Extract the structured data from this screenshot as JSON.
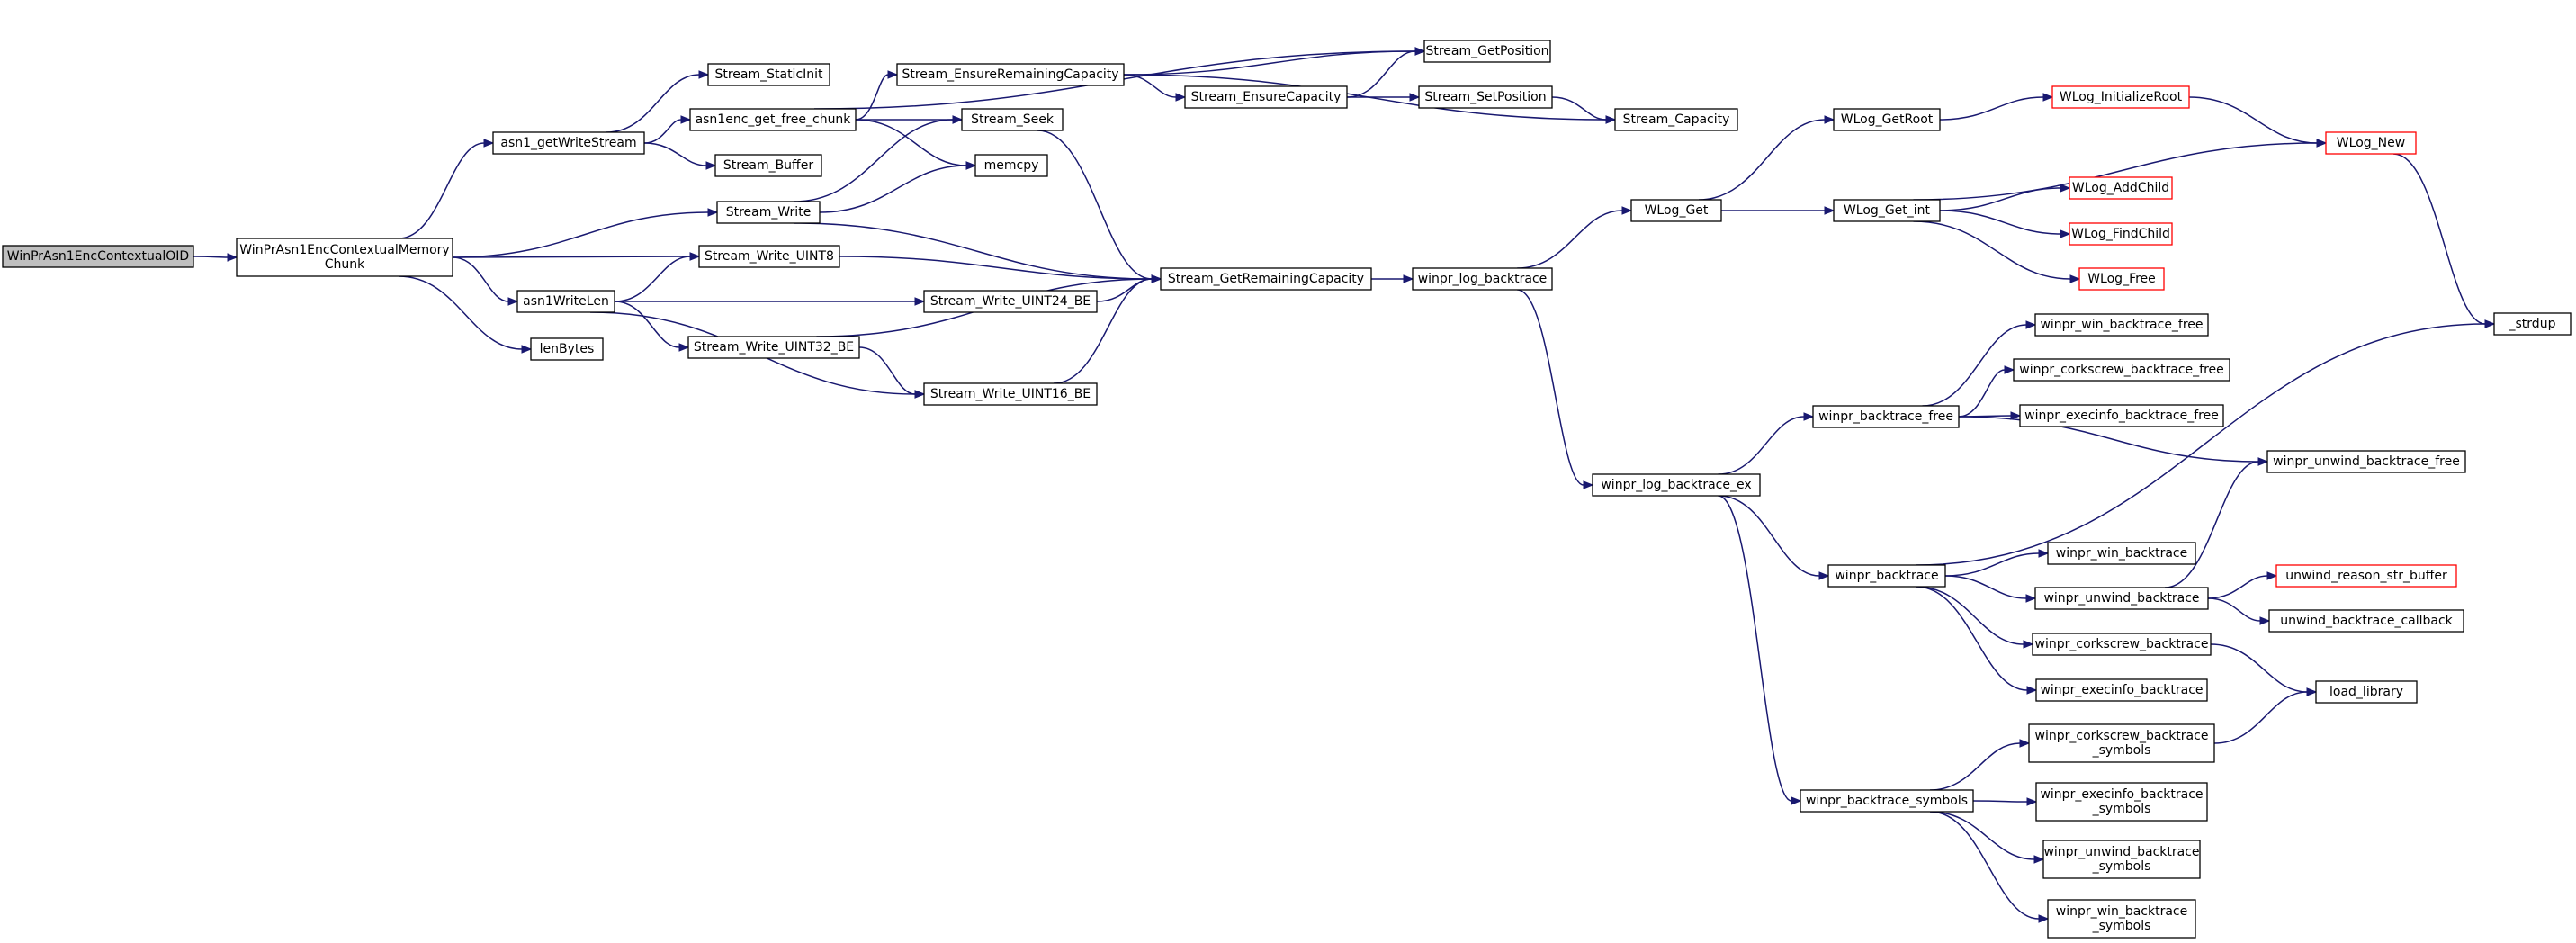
{
  "nodes": [
    {
      "id": "root",
      "lines": [
        "WinPrAsn1EncContextualOID"
      ],
      "style": "root"
    },
    {
      "id": "memchunk",
      "lines": [
        "WinPrAsn1EncContextualMemory",
        "Chunk"
      ]
    },
    {
      "id": "asn1_getWriteStream",
      "lines": [
        "asn1_getWriteStream"
      ]
    },
    {
      "id": "Stream_StaticInit",
      "lines": [
        "Stream_StaticInit"
      ]
    },
    {
      "id": "asn1enc_get_free_chunk",
      "lines": [
        "asn1enc_get_free_chunk"
      ]
    },
    {
      "id": "Stream_Buffer",
      "lines": [
        "Stream_Buffer"
      ]
    },
    {
      "id": "Stream_EnsureRemainingCapacity",
      "lines": [
        "Stream_EnsureRemainingCapacity"
      ]
    },
    {
      "id": "Stream_GetPosition",
      "lines": [
        "Stream_GetPosition"
      ]
    },
    {
      "id": "Stream_EnsureCapacity",
      "lines": [
        "Stream_EnsureCapacity"
      ]
    },
    {
      "id": "Stream_SetPosition",
      "lines": [
        "Stream_SetPosition"
      ]
    },
    {
      "id": "Stream_Capacity",
      "lines": [
        "Stream_Capacity"
      ]
    },
    {
      "id": "Stream_Seek",
      "lines": [
        "Stream_Seek"
      ]
    },
    {
      "id": "memcpy",
      "lines": [
        "memcpy"
      ]
    },
    {
      "id": "Stream_Write",
      "lines": [
        "Stream_Write"
      ]
    },
    {
      "id": "Stream_Write_UINT8",
      "lines": [
        "Stream_Write_UINT8"
      ]
    },
    {
      "id": "asn1WriteLen",
      "lines": [
        "asn1WriteLen"
      ]
    },
    {
      "id": "lenBytes",
      "lines": [
        "lenBytes"
      ]
    },
    {
      "id": "Stream_Write_UINT24_BE",
      "lines": [
        "Stream_Write_UINT24_BE"
      ]
    },
    {
      "id": "Stream_Write_UINT32_BE",
      "lines": [
        "Stream_Write_UINT32_BE"
      ]
    },
    {
      "id": "Stream_Write_UINT16_BE",
      "lines": [
        "Stream_Write_UINT16_BE"
      ]
    },
    {
      "id": "Stream_GetRemainingCapacity",
      "lines": [
        "Stream_GetRemainingCapacity"
      ]
    },
    {
      "id": "winpr_log_backtrace",
      "lines": [
        "winpr_log_backtrace"
      ]
    },
    {
      "id": "WLog_Get",
      "lines": [
        "WLog_Get"
      ]
    },
    {
      "id": "WLog_GetRoot",
      "lines": [
        "WLog_GetRoot"
      ]
    },
    {
      "id": "WLog_Get_int",
      "lines": [
        "WLog_Get_int"
      ]
    },
    {
      "id": "WLog_InitializeRoot",
      "lines": [
        "WLog_InitializeRoot"
      ],
      "style": "red"
    },
    {
      "id": "WLog_New",
      "lines": [
        "WLog_New"
      ],
      "style": "red"
    },
    {
      "id": "WLog_AddChild",
      "lines": [
        "WLog_AddChild"
      ],
      "style": "red"
    },
    {
      "id": "WLog_FindChild",
      "lines": [
        "WLog_FindChild"
      ],
      "style": "red"
    },
    {
      "id": "WLog_Free",
      "lines": [
        "WLog_Free"
      ],
      "style": "red"
    },
    {
      "id": "_strdup",
      "lines": [
        "_strdup"
      ]
    },
    {
      "id": "winpr_log_backtrace_ex",
      "lines": [
        "winpr_log_backtrace_ex"
      ]
    },
    {
      "id": "winpr_backtrace_free",
      "lines": [
        "winpr_backtrace_free"
      ]
    },
    {
      "id": "winpr_win_backtrace_free",
      "lines": [
        "winpr_win_backtrace_free"
      ]
    },
    {
      "id": "winpr_corkscrew_backtrace_free",
      "lines": [
        "winpr_corkscrew_backtrace_free"
      ]
    },
    {
      "id": "winpr_execinfo_backtrace_free",
      "lines": [
        "winpr_execinfo_backtrace_free"
      ]
    },
    {
      "id": "winpr_unwind_backtrace_free",
      "lines": [
        "winpr_unwind_backtrace_free"
      ]
    },
    {
      "id": "winpr_backtrace",
      "lines": [
        "winpr_backtrace"
      ]
    },
    {
      "id": "winpr_win_backtrace",
      "lines": [
        "winpr_win_backtrace"
      ]
    },
    {
      "id": "winpr_unwind_backtrace",
      "lines": [
        "winpr_unwind_backtrace"
      ]
    },
    {
      "id": "unwind_reason_str_buffer",
      "lines": [
        "unwind_reason_str_buffer"
      ],
      "style": "red"
    },
    {
      "id": "unwind_backtrace_callback",
      "lines": [
        "unwind_backtrace_callback"
      ]
    },
    {
      "id": "winpr_corkscrew_backtrace",
      "lines": [
        "winpr_corkscrew_backtrace"
      ]
    },
    {
      "id": "winpr_execinfo_backtrace",
      "lines": [
        "winpr_execinfo_backtrace"
      ]
    },
    {
      "id": "load_library",
      "lines": [
        "load_library"
      ]
    },
    {
      "id": "winpr_backtrace_symbols",
      "lines": [
        "winpr_backtrace_symbols"
      ]
    },
    {
      "id": "winpr_corkscrew_backtrace_symbols",
      "lines": [
        "winpr_corkscrew_backtrace",
        "_symbols"
      ]
    },
    {
      "id": "winpr_execinfo_backtrace_symbols",
      "lines": [
        "winpr_execinfo_backtrace",
        "_symbols"
      ]
    },
    {
      "id": "winpr_unwind_backtrace_symbols",
      "lines": [
        "winpr_unwind_backtrace",
        "_symbols"
      ]
    },
    {
      "id": "winpr_win_backtrace_symbols",
      "lines": [
        "winpr_win_backtrace",
        "_symbols"
      ]
    }
  ],
  "edges": [
    [
      "root",
      "memchunk"
    ],
    [
      "memchunk",
      "asn1_getWriteStream"
    ],
    [
      "memchunk",
      "Stream_Write"
    ],
    [
      "memchunk",
      "Stream_Write_UINT8"
    ],
    [
      "memchunk",
      "asn1WriteLen"
    ],
    [
      "memchunk",
      "lenBytes"
    ],
    [
      "asn1_getWriteStream",
      "Stream_StaticInit"
    ],
    [
      "asn1_getWriteStream",
      "asn1enc_get_free_chunk"
    ],
    [
      "asn1_getWriteStream",
      "Stream_Buffer"
    ],
    [
      "asn1enc_get_free_chunk",
      "Stream_EnsureRemainingCapacity"
    ],
    [
      "asn1enc_get_free_chunk",
      "Stream_GetPosition"
    ],
    [
      "asn1enc_get_free_chunk",
      "Stream_Seek"
    ],
    [
      "asn1enc_get_free_chunk",
      "memcpy"
    ],
    [
      "Stream_EnsureRemainingCapacity",
      "Stream_GetPosition"
    ],
    [
      "Stream_EnsureRemainingCapacity",
      "Stream_EnsureCapacity"
    ],
    [
      "Stream_EnsureRemainingCapacity",
      "Stream_Capacity"
    ],
    [
      "Stream_EnsureCapacity",
      "Stream_GetPosition"
    ],
    [
      "Stream_EnsureCapacity",
      "Stream_SetPosition"
    ],
    [
      "Stream_SetPosition",
      "Stream_Capacity"
    ],
    [
      "Stream_Seek",
      "Stream_GetRemainingCapacity"
    ],
    [
      "Stream_Write",
      "Stream_Seek"
    ],
    [
      "Stream_Write",
      "memcpy"
    ],
    [
      "Stream_Write",
      "Stream_GetRemainingCapacity"
    ],
    [
      "Stream_Write_UINT8",
      "Stream_GetRemainingCapacity"
    ],
    [
      "asn1WriteLen",
      "Stream_Write_UINT8"
    ],
    [
      "asn1WriteLen",
      "Stream_Write_UINT24_BE"
    ],
    [
      "asn1WriteLen",
      "Stream_Write_UINT32_BE"
    ],
    [
      "asn1WriteLen",
      "Stream_Write_UINT16_BE"
    ],
    [
      "Stream_Write_UINT24_BE",
      "Stream_GetRemainingCapacity"
    ],
    [
      "Stream_Write_UINT32_BE",
      "Stream_GetRemainingCapacity"
    ],
    [
      "Stream_Write_UINT32_BE",
      "Stream_Write_UINT16_BE"
    ],
    [
      "Stream_Write_UINT16_BE",
      "Stream_GetRemainingCapacity"
    ],
    [
      "Stream_GetRemainingCapacity",
      "winpr_log_backtrace"
    ],
    [
      "winpr_log_backtrace",
      "WLog_Get"
    ],
    [
      "winpr_log_backtrace",
      "winpr_log_backtrace_ex"
    ],
    [
      "WLog_Get",
      "WLog_GetRoot"
    ],
    [
      "WLog_Get",
      "WLog_Get_int"
    ],
    [
      "WLog_GetRoot",
      "WLog_InitializeRoot"
    ],
    [
      "WLog_InitializeRoot",
      "WLog_New"
    ],
    [
      "WLog_Get_int",
      "WLog_New"
    ],
    [
      "WLog_Get_int",
      "WLog_AddChild"
    ],
    [
      "WLog_Get_int",
      "WLog_FindChild"
    ],
    [
      "WLog_Get_int",
      "WLog_Free"
    ],
    [
      "WLog_New",
      "_strdup"
    ],
    [
      "winpr_log_backtrace_ex",
      "winpr_backtrace_free"
    ],
    [
      "winpr_log_backtrace_ex",
      "winpr_backtrace"
    ],
    [
      "winpr_log_backtrace_ex",
      "winpr_backtrace_symbols"
    ],
    [
      "winpr_backtrace_free",
      "winpr_win_backtrace_free"
    ],
    [
      "winpr_backtrace_free",
      "winpr_corkscrew_backtrace_free"
    ],
    [
      "winpr_backtrace_free",
      "winpr_execinfo_backtrace_free"
    ],
    [
      "winpr_backtrace_free",
      "winpr_unwind_backtrace_free"
    ],
    [
      "winpr_backtrace",
      "_strdup"
    ],
    [
      "winpr_backtrace",
      "winpr_win_backtrace"
    ],
    [
      "winpr_backtrace",
      "winpr_unwind_backtrace"
    ],
    [
      "winpr_backtrace",
      "winpr_corkscrew_backtrace"
    ],
    [
      "winpr_backtrace",
      "winpr_execinfo_backtrace"
    ],
    [
      "winpr_unwind_backtrace",
      "winpr_unwind_backtrace_free"
    ],
    [
      "winpr_unwind_backtrace",
      "unwind_reason_str_buffer"
    ],
    [
      "winpr_unwind_backtrace",
      "unwind_backtrace_callback"
    ],
    [
      "winpr_corkscrew_backtrace",
      "load_library"
    ],
    [
      "winpr_corkscrew_backtrace_symbols",
      "load_library"
    ],
    [
      "winpr_backtrace_symbols",
      "winpr_corkscrew_backtrace_symbols"
    ],
    [
      "winpr_backtrace_symbols",
      "winpr_execinfo_backtrace_symbols"
    ],
    [
      "winpr_backtrace_symbols",
      "winpr_unwind_backtrace_symbols"
    ],
    [
      "winpr_backtrace_symbols",
      "winpr_win_backtrace_symbols"
    ]
  ],
  "colors": {
    "edge": "#191970",
    "node_border": "#000000",
    "node_border_incomplete": "#ff0000",
    "root_fill": "#bfbfbf"
  }
}
